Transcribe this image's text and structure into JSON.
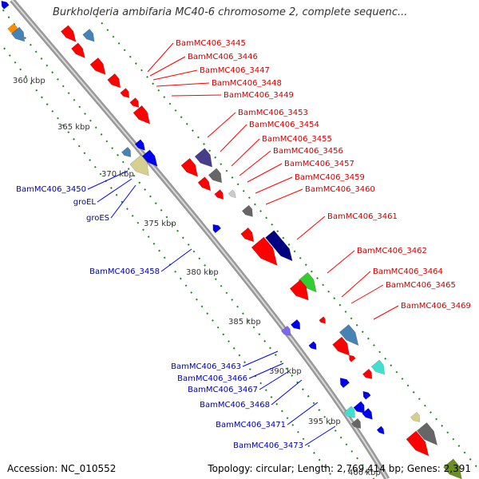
{
  "header": {
    "title": "Burkholderia ambifaria MC40-6 chromosome 2, complete sequenc..."
  },
  "footer": {
    "accession": "Accession: NC_010552",
    "topology": "Topology: circular; Length: 2,769,414 bp; Genes: 2,391"
  },
  "scale_ticks": [
    "360 kbp",
    "365 kbp",
    "370 kbp",
    "375 kbp",
    "380 kbp",
    "385 kbp",
    "390 kbp",
    "395 kbp",
    "400 kbp"
  ],
  "right_labels": [
    "BamMC406_3445",
    "BamMC406_3446",
    "BamMC406_3447",
    "BamMC406_3448",
    "BamMC406_3449",
    "BamMC406_3453",
    "BamMC406_3454",
    "BamMC406_3455",
    "BamMC406_3456",
    "BamMC406_3457",
    "BamMC406_3459",
    "BamMC406_3460",
    "BamMC406_3461",
    "BamMC406_3462",
    "BamMC406_3464",
    "BamMC406_3465",
    "BamMC406_3469"
  ],
  "left_labels": [
    "BamMC406_3450",
    "groEL",
    "groES",
    "BamMC406_3458",
    "BamMC406_3463",
    "BamMC406_3466",
    "BamMC406_3467",
    "BamMC406_3468",
    "BamMC406_3471",
    "BamMC406_3473"
  ],
  "colors": {
    "forward": "#ff0000",
    "reverse": "#0000ee",
    "backbone": "#999999",
    "gc": "#008000",
    "right_label": "#cc0000",
    "left_label": "#0000aa"
  }
}
